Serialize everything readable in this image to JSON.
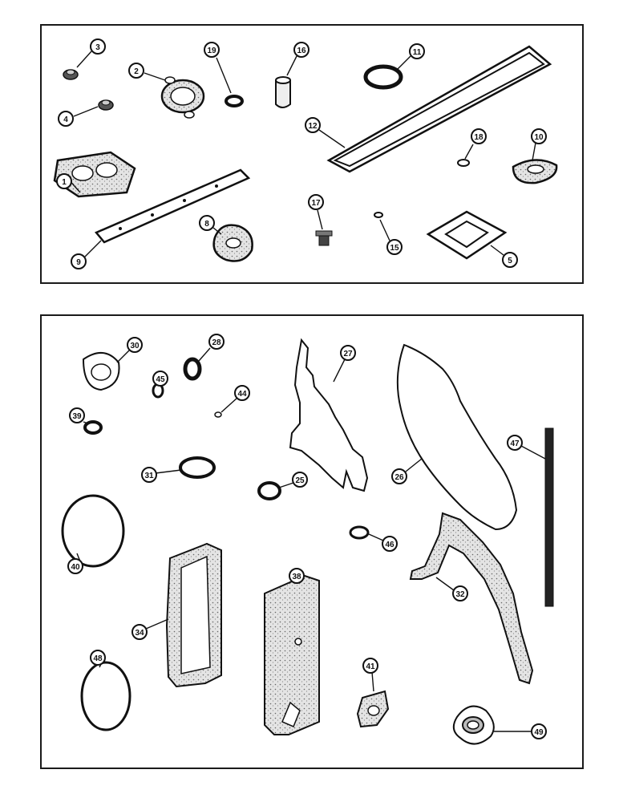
{
  "top_panel": {
    "callouts": [
      "1",
      "2",
      "3",
      "4",
      "5",
      "8",
      "9",
      "10",
      "11",
      "12",
      "15",
      "16",
      "17",
      "18",
      "19"
    ]
  },
  "bottom_panel": {
    "callouts": [
      "25",
      "26",
      "27",
      "28",
      "30",
      "31",
      "32",
      "34",
      "38",
      "39",
      "40",
      "41",
      "44",
      "45",
      "46",
      "47",
      "48",
      "49"
    ]
  }
}
